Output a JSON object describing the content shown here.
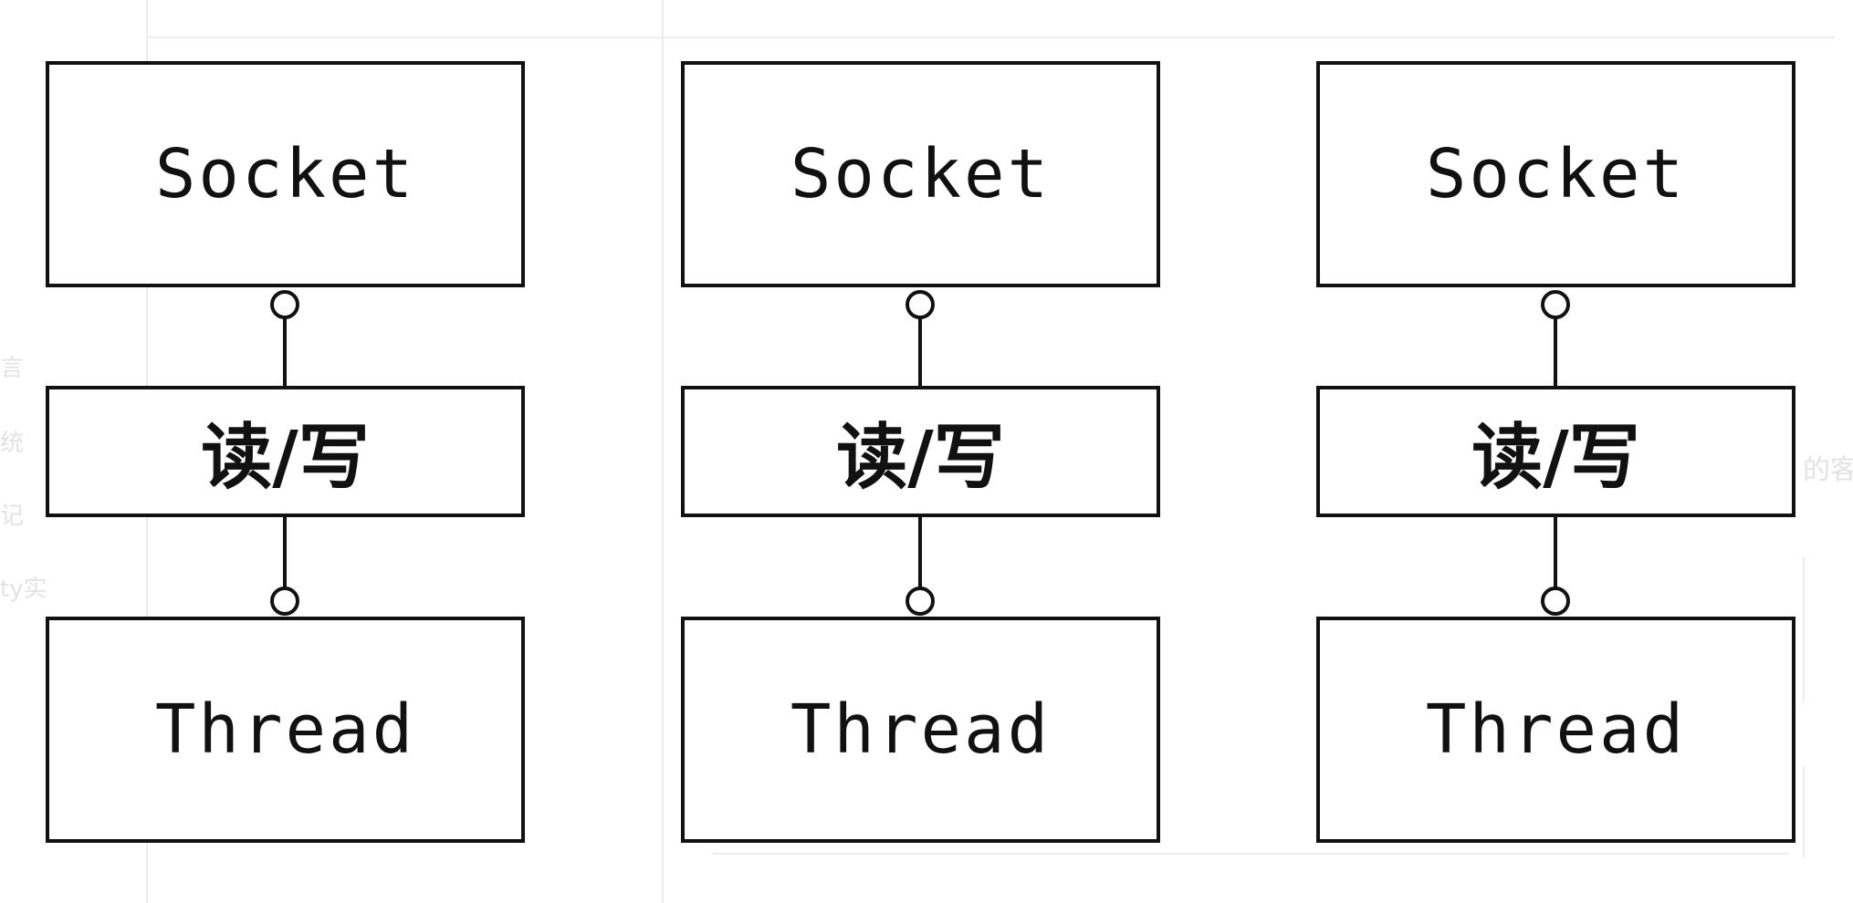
{
  "diagram": {
    "columns": [
      {
        "socket_label": "Socket",
        "rw_label": "读/写",
        "thread_label": "Thread"
      },
      {
        "socket_label": "Socket",
        "rw_label": "读/写",
        "thread_label": "Thread"
      },
      {
        "socket_label": "Socket",
        "rw_label": "读/写",
        "thread_label": "Thread"
      }
    ],
    "line_color": "#111111"
  },
  "background_fragments": {
    "left": [
      "言",
      "统",
      "记",
      "ty实"
    ],
    "right": "的客"
  }
}
